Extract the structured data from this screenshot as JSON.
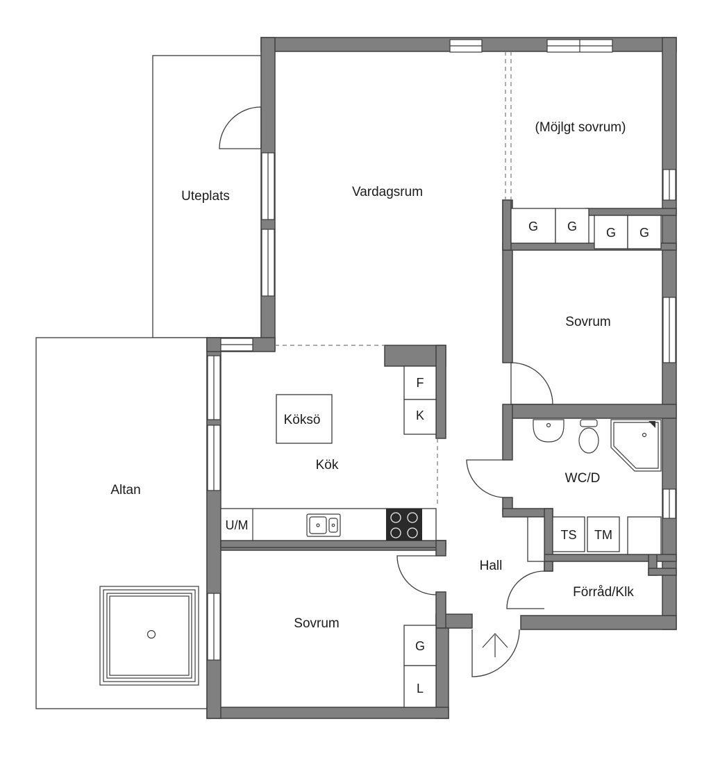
{
  "plan": {
    "rooms": {
      "uteplats": "Uteplats",
      "vardagsrum": "Vardagsrum",
      "mojligt_sovrum": "(Möjlgt sovrum)",
      "sovrum_1": "Sovrum",
      "koksö": "Köksö",
      "kok": "Kök",
      "altan": "Altan",
      "wc_d": "WC/D",
      "hall": "Hall",
      "forrad_klk": "Förråd/Klk",
      "sovrum_2": "Sovrum"
    },
    "fixtures": {
      "g1": "G",
      "g2": "G",
      "g3": "G",
      "g4": "G",
      "f": "F",
      "k": "K",
      "um": "U/M",
      "ts": "TS",
      "tm": "TM",
      "g5": "G",
      "l": "L"
    }
  }
}
